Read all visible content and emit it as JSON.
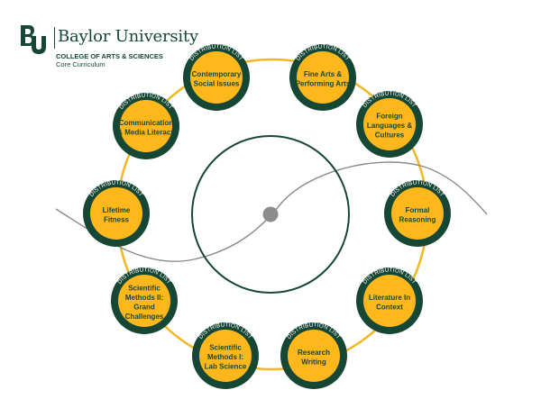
{
  "brand": {
    "mark_letters": "BU",
    "university": "Baylor University",
    "college": "COLLEGE OF ARTS & SCIENCES",
    "subtitle": "Core Curriculum"
  },
  "colors": {
    "green": "#154734",
    "gold": "#FFB81C",
    "ring": "#F3B821",
    "wave": "#8a8a8a",
    "dot": "#8c8c8c"
  },
  "badge_label": "DISTRIBUTION LIST",
  "nodes": [
    {
      "name": "contemporary-social-issues",
      "lines": [
        "Contemporary",
        "Social Issues"
      ]
    },
    {
      "name": "fine-arts-performing-arts",
      "lines": [
        "Fine Arts &",
        "Performing Arts"
      ]
    },
    {
      "name": "foreign-languages-cultures",
      "lines": [
        "Foreign",
        "Languages &",
        "Cultures"
      ]
    },
    {
      "name": "formal-reasoning",
      "lines": [
        "Formal",
        "Reasoning"
      ]
    },
    {
      "name": "literature-in-context",
      "lines": [
        "Literature In",
        "Context"
      ]
    },
    {
      "name": "research-writing",
      "lines": [
        "Research",
        "Writing"
      ]
    },
    {
      "name": "scientific-methods-i",
      "lines": [
        "Scientific",
        "Methods I:",
        "Lab Science"
      ]
    },
    {
      "name": "scientific-methods-ii",
      "lines": [
        "Scientific",
        "Methods II:",
        "Grand",
        "Challenges"
      ]
    },
    {
      "name": "lifetime-fitness",
      "lines": [
        "Lifetime",
        "Fitness"
      ]
    },
    {
      "name": "communication-media-literacy",
      "lines": [
        "Communication",
        "& Media Literacy"
      ]
    }
  ]
}
